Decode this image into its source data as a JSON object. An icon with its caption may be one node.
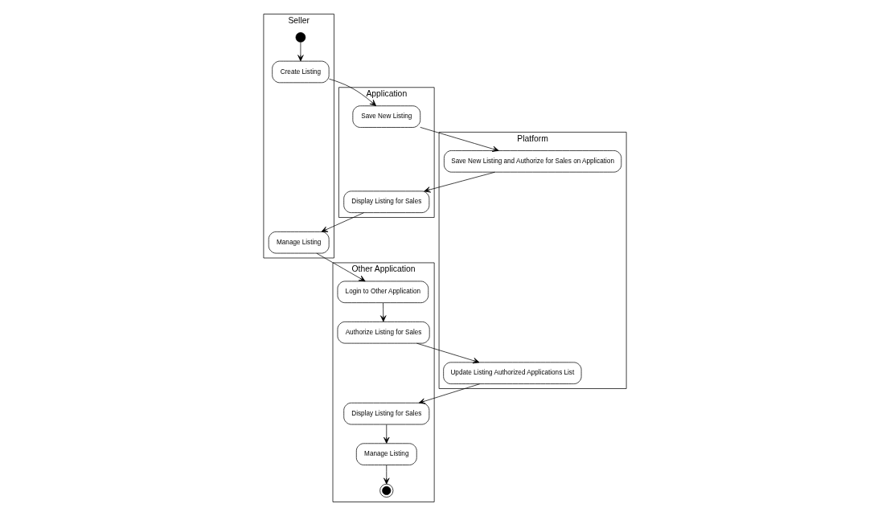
{
  "diagram": {
    "nodes": [
      {
        "text": [
          "Seller"
        ]
      },
      {
        "text": [
          "Application"
        ]
      },
      {
        "text": [
          "Platform"
        ]
      },
      {
        "text": [
          "Other Application"
        ]
      },
      {
        "text": [],
        "shape": "circle",
        "in": 0
      },
      {
        "text": [
          "Create Listing"
        ],
        "in": 0
      },
      {
        "text": [
          "Manage Listing"
        ],
        "in": 0
      },
      {
        "text": [
          "Save New Listing"
        ],
        "in": 1
      },
      {
        "text": [
          "Display Listing for Sales"
        ],
        "in": 1
      },
      {
        "text": [
          "Save New Listing and Authorize for Sales on Application"
        ],
        "in": 2
      },
      {
        "text": [
          "Update Listing Authorized Applications List"
        ],
        "in": 2
      },
      {
        "text": [
          "Login to Other Application"
        ],
        "in": 3
      },
      {
        "text": [
          "Authorize Listing for Sales"
        ],
        "in": 3
      },
      {
        "text": [
          "Display Listing for Sales"
        ],
        "in": 3
      },
      {
        "text": [
          "Manage Listing"
        ],
        "in": 3
      },
      {
        "text": [],
        "shape": "bullseye",
        "in": 3
      }
    ],
    "edges": [
      {
        "from": 4,
        "to": 5,
        "arrow": "to"
      },
      {
        "from": 5,
        "to": 7,
        "arrow": "to"
      },
      {
        "from": 7,
        "to": 9,
        "arrow": "to"
      },
      {
        "from": 9,
        "to": 8,
        "arrow": "to"
      },
      {
        "from": 8,
        "to": 6,
        "arrow": "to"
      },
      {
        "from": 6,
        "to": 11,
        "arrow": "to"
      },
      {
        "from": 11,
        "to": 12,
        "arrow": "to"
      },
      {
        "from": 12,
        "to": 10,
        "arrow": "to"
      },
      {
        "from": 10,
        "to": 13,
        "arrow": "to"
      },
      {
        "from": 13,
        "to": 14,
        "arrow": "to"
      },
      {
        "from": 14,
        "to": 15,
        "arrow": "to"
      }
    ]
  }
}
